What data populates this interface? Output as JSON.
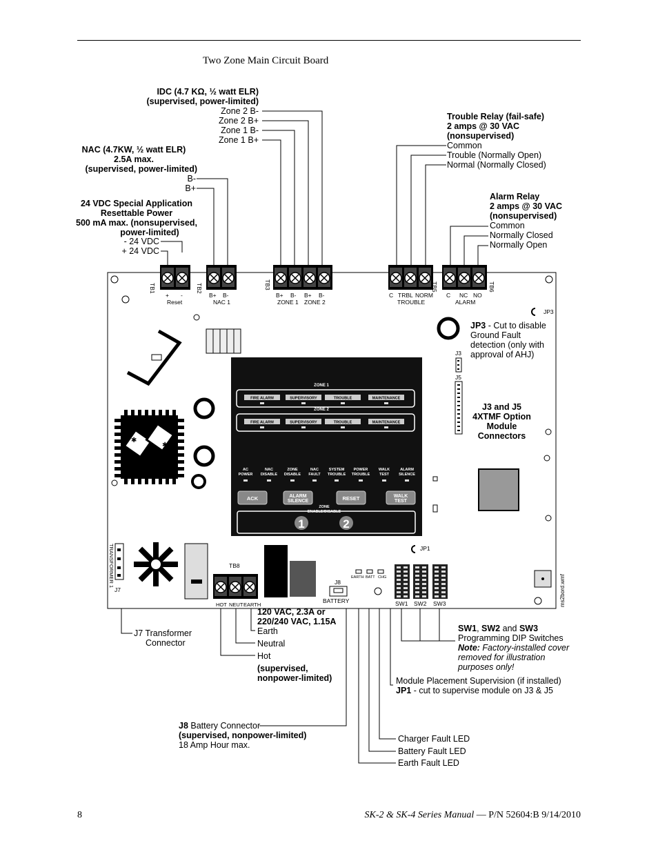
{
  "page": {
    "title": "Two Zone Main Circuit Board",
    "page_number": "8",
    "footer_manual": "SK-2 & SK-4 Series Manual",
    "footer_part": "— P/N 52604:B 9/14/2010"
  },
  "callouts": {
    "idc": {
      "head1": "IDC (4.7 KΩ, ½ watt ELR)",
      "head2": "(supervised, power-limited)",
      "items": [
        "Zone 2 B-",
        "Zone 2 B+",
        "Zone 1 B-",
        "Zone 1 B+"
      ]
    },
    "nac": {
      "head1": "NAC (4.7KW, ½ watt ELR)",
      "head2": "2.5A max.",
      "head3": "(supervised, power-limited)",
      "items": [
        "B-",
        "B+"
      ]
    },
    "aux": {
      "head1": "24 VDC Special Application",
      "head2": "Resettable Power",
      "head3": "500 mA max. (nonsupervised,",
      "head4": "power-limited)",
      "items": [
        "- 24 VDC",
        "+ 24 VDC"
      ]
    },
    "trouble_relay": {
      "head1": "Trouble Relay (fail-safe)",
      "head2": "2 amps @ 30 VAC",
      "head3": "(nonsupervised)",
      "items": [
        "Common",
        "Trouble (Normally Open)",
        "Normal (Normally Closed)"
      ]
    },
    "alarm_relay": {
      "head1": "Alarm Relay",
      "head2": "2 amps @ 30 VAC",
      "head3": "(nonsupervised)",
      "items": [
        "Common",
        "Normally Closed",
        "Normally Open"
      ]
    },
    "jp3": {
      "bold": "JP3",
      "line1": " - Cut to disable",
      "line2": "Ground Fault",
      "line3": "detection (only with",
      "line4": "approval of AHJ)"
    },
    "j3j5": {
      "line1": "J3 and J5",
      "line2": "4XTMF Option",
      "line3": "Module",
      "line4": "Connectors"
    },
    "j7": {
      "line1": "J7 Transformer",
      "line2": "Connector"
    },
    "ac": {
      "head1": "120 VAC, 2.3A or",
      "head2": "220/240 VAC, 1.15A",
      "items": [
        "Earth",
        "Neutral",
        "Hot"
      ],
      "foot1": "(supervised,",
      "foot2": "nonpower-limited)"
    },
    "sw": {
      "sw1": "SW1",
      "sep1": ", ",
      "sw2": "SW2",
      "and": " and ",
      "sw3": "SW3",
      "line2": "Programming DIP Switches",
      "note_bold": "Note:",
      "note1": " Factory-installed cover",
      "note2": "removed for illustration",
      "note3": "purposes only!"
    },
    "module_sup": {
      "line1": "Module Placement Supervision (if installed)",
      "bold": "JP1",
      "line2": " - cut to supervise module on J3 & J5"
    },
    "j8": {
      "bold": "J8",
      "line1": " Battery Connector",
      "line2": "(supervised, nonpower-limited)",
      "line3": " 18 Amp Hour max."
    },
    "leds": [
      "Charger Fault LED",
      "Battery Fault LED",
      "Earth Fault LED"
    ]
  },
  "board": {
    "tb1": {
      "name": "TB1",
      "pins": [
        "+",
        "-"
      ],
      "sub": "Reset"
    },
    "tb2": {
      "name": "TB2",
      "pins": [
        "B+",
        "B-"
      ],
      "sub": "NAC 1"
    },
    "tb3": {
      "name": "TB3",
      "pins": [
        "B+",
        "B-",
        "B+",
        "B-"
      ],
      "sub1": "ZONE 1",
      "sub2": "ZONE 2"
    },
    "tb5": {
      "name": "TB5",
      "pins": [
        "C",
        "TRBL",
        "NORM"
      ],
      "sub": "TROUBLE"
    },
    "tb6": {
      "name": "TB6",
      "pins": [
        "C",
        "NC",
        "NO"
      ],
      "sub": "ALARM"
    },
    "tb8": {
      "name": "TB8",
      "pins": [
        "HOT",
        "NEUT",
        "EARTH"
      ]
    },
    "jp3": "JP3",
    "jp1": "JP1",
    "j3": "J3",
    "j5": "J5",
    "j7": "J7",
    "j8": "J8",
    "transformer": "TRANSFORMER 1",
    "battery": "BATTERY",
    "led_labels": [
      "EARTH",
      "BATT",
      "CHG"
    ],
    "switches": [
      "SW1",
      "SW2",
      "SW3"
    ],
    "file": "ms2bord.wmf"
  },
  "panel": {
    "zone1": "ZONE 1",
    "zone2": "ZONE 2",
    "zone_leds": [
      "FIRE ALARM",
      "SUPERVISORY",
      "TROUBLE",
      "MAINTENANCE"
    ],
    "status": [
      [
        "AC",
        "POWER"
      ],
      [
        "NAC",
        "DISABLE"
      ],
      [
        "ZONE",
        "DISABLE"
      ],
      [
        "NAC",
        "FAULT"
      ],
      [
        "SYSTEM",
        "TROUBLE"
      ],
      [
        "POWER",
        "TROUBLE"
      ],
      [
        "WALK",
        "TEST"
      ],
      [
        "ALARM",
        "SILENCE"
      ]
    ],
    "buttons": [
      [
        "ACK"
      ],
      [
        "ALARM",
        "SILENCE"
      ],
      [
        "RESET"
      ],
      [
        "WALK",
        "TEST"
      ]
    ],
    "zone_enable1": "ZONE",
    "zone_enable2": "ENABLE/DISABLE",
    "zone_buttons": [
      "1",
      "2"
    ]
  }
}
